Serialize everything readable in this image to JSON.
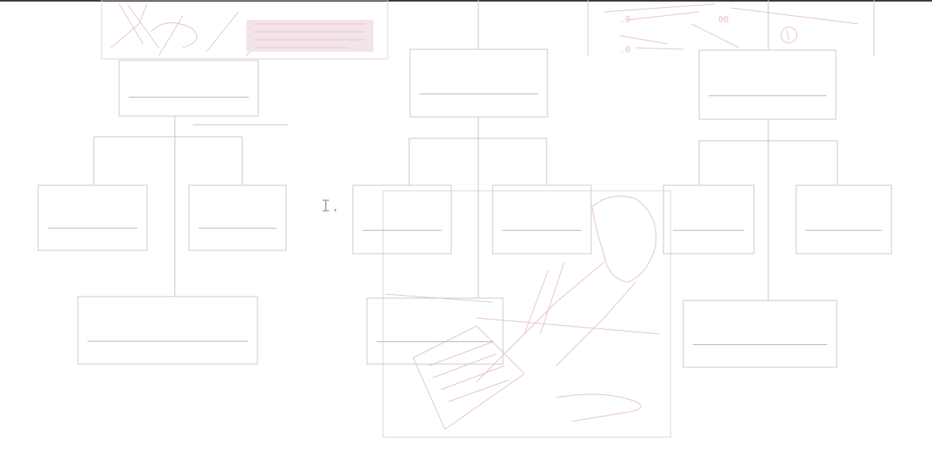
{
  "worksheet": {
    "roman_numeral": "I.",
    "colors": {
      "background": "#ffffff",
      "header_rule": "#3a3a3a",
      "box_stroke": "#c9c9c9",
      "connector": "#c4c4c4",
      "answer_line": "#b3b3b3",
      "sketch_stroke": "#e7c2cc",
      "sketch_frame": "#e9cfd6"
    },
    "icons": {
      "top_left_sketch": "sketch-illustration",
      "top_right_sketch": "sketch-illustration",
      "center_sketch": "writing-person-sketch"
    },
    "trees": [
      {
        "name": "left",
        "root_blank": "",
        "branch_blanks": [
          "",
          ""
        ],
        "leaf_blank": ""
      },
      {
        "name": "middle",
        "root_blank": "",
        "branch_blanks": [
          "",
          ""
        ],
        "leaf_blank": ""
      },
      {
        "name": "right",
        "root_blank": "",
        "branch_blanks": [
          "",
          ""
        ],
        "leaf_blank": ""
      }
    ]
  }
}
